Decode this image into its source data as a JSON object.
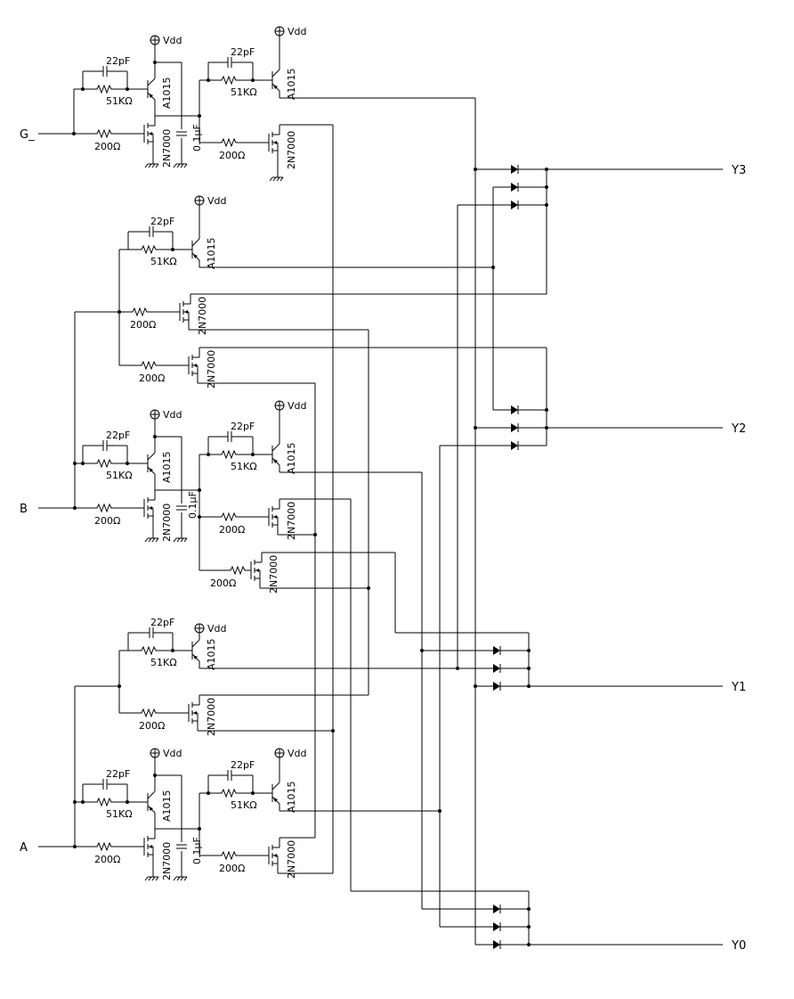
{
  "inputs": {
    "g": "G_",
    "b": "B",
    "a": "A"
  },
  "outputs": {
    "y3": "Y3",
    "y2": "Y2",
    "y1": "Y1",
    "y0": "Y0"
  },
  "parts": {
    "vdd": "Vdd",
    "pnp": "A1015",
    "nmos": "2N7000",
    "r_base": "200Ω",
    "r_fb": "51KΩ",
    "c_fb": "22pF",
    "c_byp": "0.1μF"
  }
}
